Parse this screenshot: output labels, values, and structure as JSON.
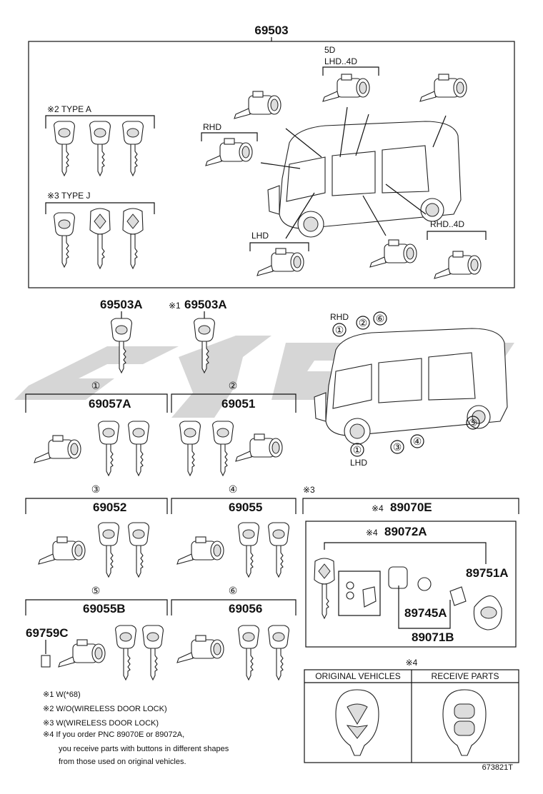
{
  "top": {
    "pn": "69503"
  },
  "top_box": {
    "type_a_label": "※2   TYPE A",
    "type_j_label": "※3   TYPE J",
    "rhd_label": "RHD",
    "lhd_label": "LHD",
    "door5_lhd_label_1": "5D",
    "door5_lhd_label_2": "LHD..4D",
    "door5_rhd_label_1": "5D",
    "door5_rhd_label_2": "RHD..4D"
  },
  "keys": {
    "k1": "69503A",
    "k2_prefix": "※1",
    "k2": "69503A"
  },
  "groups": [
    {
      "circle": "①",
      "pn": "69057A"
    },
    {
      "circle": "②",
      "pn": "69051"
    },
    {
      "circle": "③",
      "pn": "69052"
    },
    {
      "circle": "④",
      "pn": "69055"
    },
    {
      "circle": "⑤",
      "pn": "69055B",
      "sub": "69759C"
    },
    {
      "circle": "⑥",
      "pn": "69056"
    }
  ],
  "van_labels": {
    "rhd": "RHD",
    "lhd": "LHD",
    "c1": "①",
    "c2": "②",
    "c6": "⑥",
    "c1b": "①",
    "c3": "③",
    "c4": "④",
    "c5": "⑤"
  },
  "remote": {
    "prefix": "※3",
    "main_prefix": "※4",
    "main": "89070E",
    "sub_prefix": "※4",
    "sub": "89072A",
    "p1": "89751A",
    "p2": "89745A",
    "p3": "89071B"
  },
  "compare": {
    "prefix": "※4",
    "col1": "ORIGINAL VEHICLES",
    "col2": "RECEIVE PARTS"
  },
  "notes": [
    "※1 W(*68)",
    "※2 W/O(WIRELESS DOOR LOCK)",
    "※3 W(WIRELESS DOOR LOCK)",
    "※4 If you order PNC 89070E or 89072A,",
    "you receive parts with buttons in different shapes",
    "from those used on original vehicles."
  ],
  "figure_id": "673821T"
}
